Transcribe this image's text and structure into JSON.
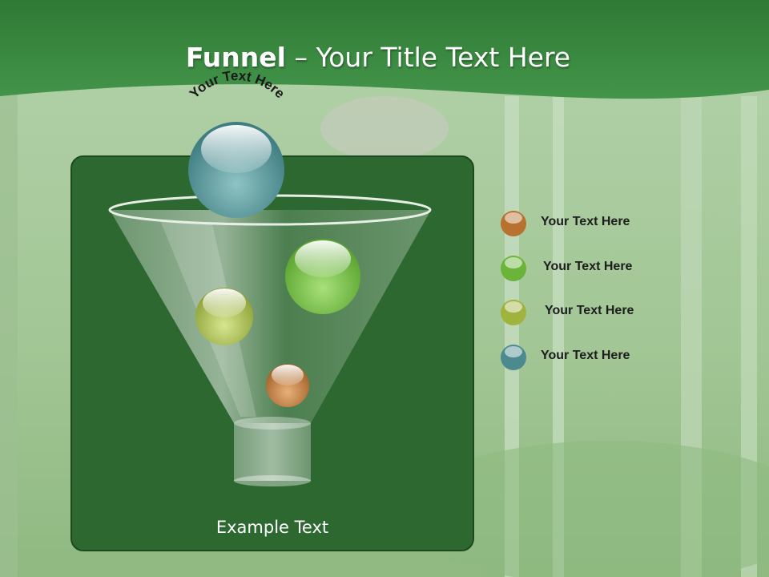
{
  "title": {
    "bold": "Funnel",
    "rest": " – Your Title Text Here"
  },
  "arc_text": "Your Text Here",
  "example_text": "Example Text",
  "legend": [
    {
      "label": "Your  Text Here",
      "color": "#b8722f"
    },
    {
      "label": "Your  Text Here",
      "color": "#6ab43a"
    },
    {
      "label": "Your  Text Here",
      "color": "#9fb33e"
    },
    {
      "label": "Your  Text Here",
      "color": "#4b8a8e"
    }
  ],
  "colors": {
    "banner": "#3a8a3f",
    "panel": "#2d6830",
    "forest": "#a9c9a0"
  }
}
